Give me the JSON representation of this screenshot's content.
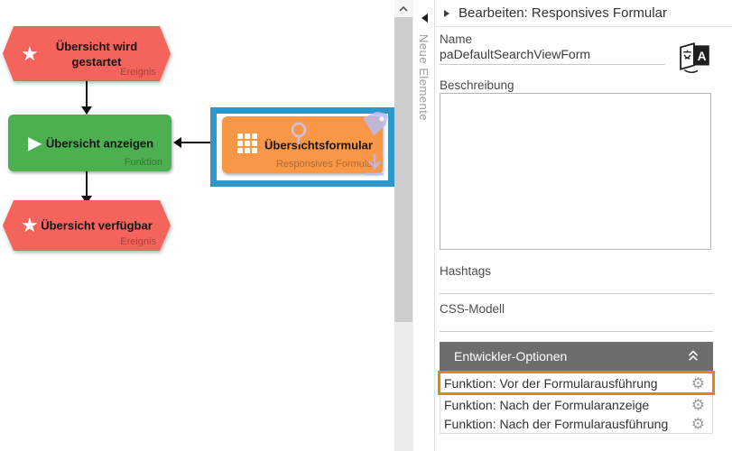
{
  "icons": {
    "star": "★",
    "play": "▶",
    "gear": "⚙"
  },
  "diagram": {
    "colors": {
      "event": "#f4635c",
      "function": "#4caf50",
      "form": "#f99746",
      "selection": "#2e96c8",
      "highlight": "#e8830f"
    },
    "event_start": {
      "label": "Übersicht wird gestartet",
      "type": "Ereignis"
    },
    "function_show": {
      "label": "Übersicht anzeigen",
      "type": "Funktion"
    },
    "event_done": {
      "label": "Übersicht verfügbar",
      "type": "Ereignis"
    },
    "form_node": {
      "label": "Übersichtsformular",
      "type": "Responsives Formular"
    }
  },
  "new_elements_tab": {
    "label": "Neue Elemente"
  },
  "properties_panel": {
    "title": "Bearbeiten: Responsives Formular",
    "name_field": {
      "label": "Name",
      "value": "paDefaultSearchViewForm"
    },
    "description_field": {
      "label": "Beschreibung",
      "value": ""
    },
    "hashtags_field": {
      "label": "Hashtags",
      "value": ""
    },
    "css_model_field": {
      "label": "CSS-Modell",
      "value": ""
    },
    "developer_options": {
      "title": "Entwickler-Optionen",
      "items": [
        {
          "label": "Funktion: Vor der Formularausführung",
          "highlighted": true
        },
        {
          "label": "Funktion: Nach der Formularanzeige",
          "highlighted": false
        },
        {
          "label": "Funktion: Nach der Formularausführung",
          "highlighted": false
        }
      ]
    }
  }
}
